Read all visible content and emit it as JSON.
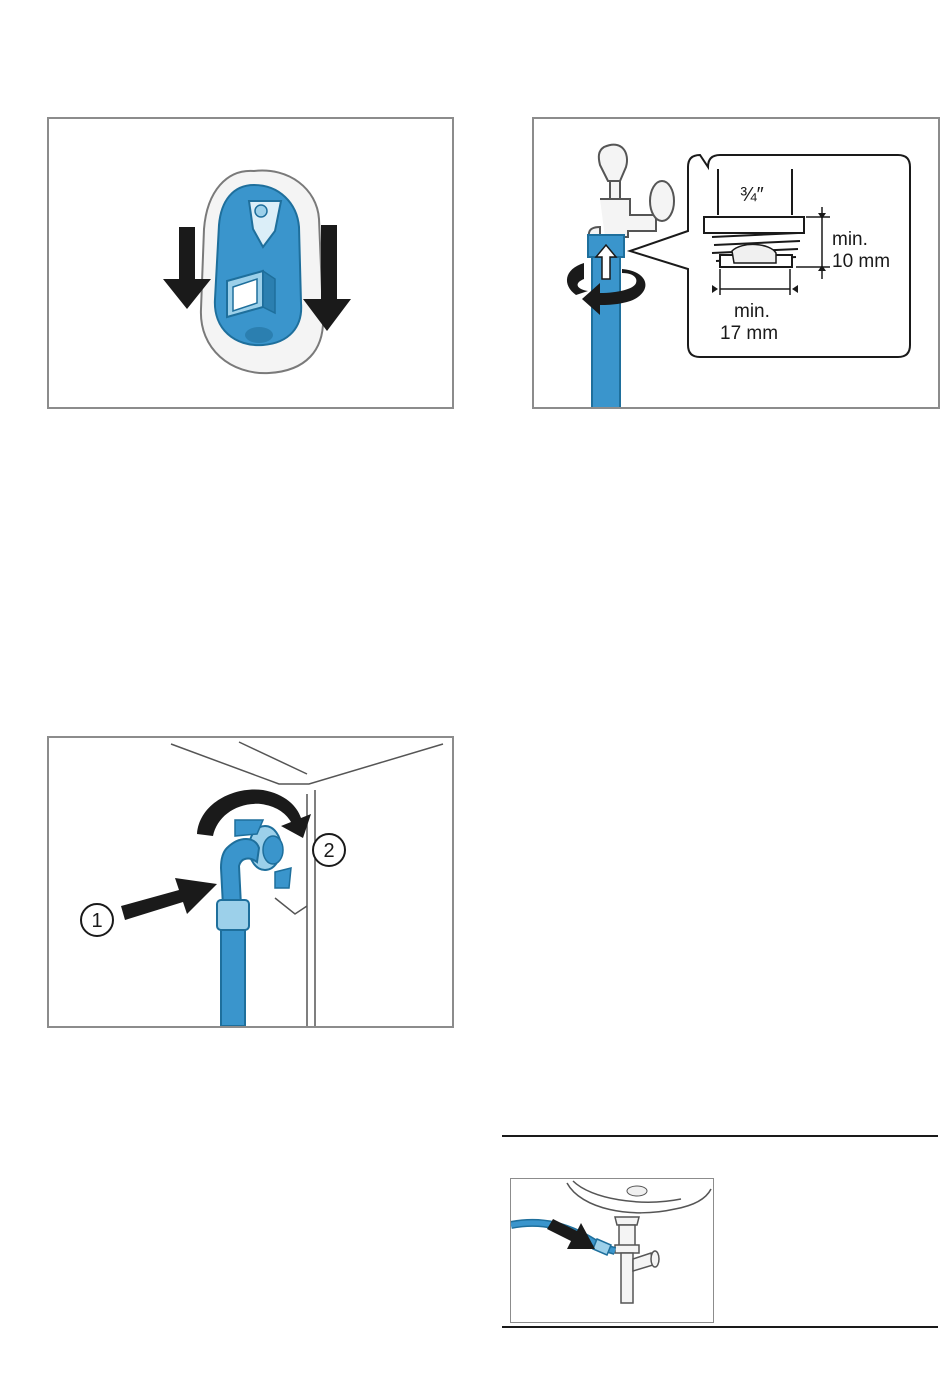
{
  "page": {
    "background": "#ffffff"
  },
  "colors": {
    "hose_blue": "#3a95cc",
    "hose_blue_dark": "#1e6f9c",
    "hose_blue_light": "#9cd0ea",
    "frame": "#8c8c8c",
    "ink": "#1a1a1a"
  },
  "figures": {
    "filter_cover": {
      "icons": [
        "arrow-down-icon",
        "arrow-down-icon"
      ]
    },
    "tap_thread": {
      "thread_size": "¾″",
      "min_height_label": "min.",
      "min_height_value": "10 mm",
      "min_length_label": "min.",
      "min_length_value": "17 mm",
      "icons": [
        "rotate-arrow-icon",
        "arrow-up-icon"
      ]
    },
    "hose_connection": {
      "step_1": "1",
      "step_2": "2",
      "icons": [
        "push-arrow-icon",
        "rotate-arrow-icon"
      ]
    },
    "drain_siphon": {
      "icons": [
        "push-arrow-icon"
      ]
    }
  }
}
